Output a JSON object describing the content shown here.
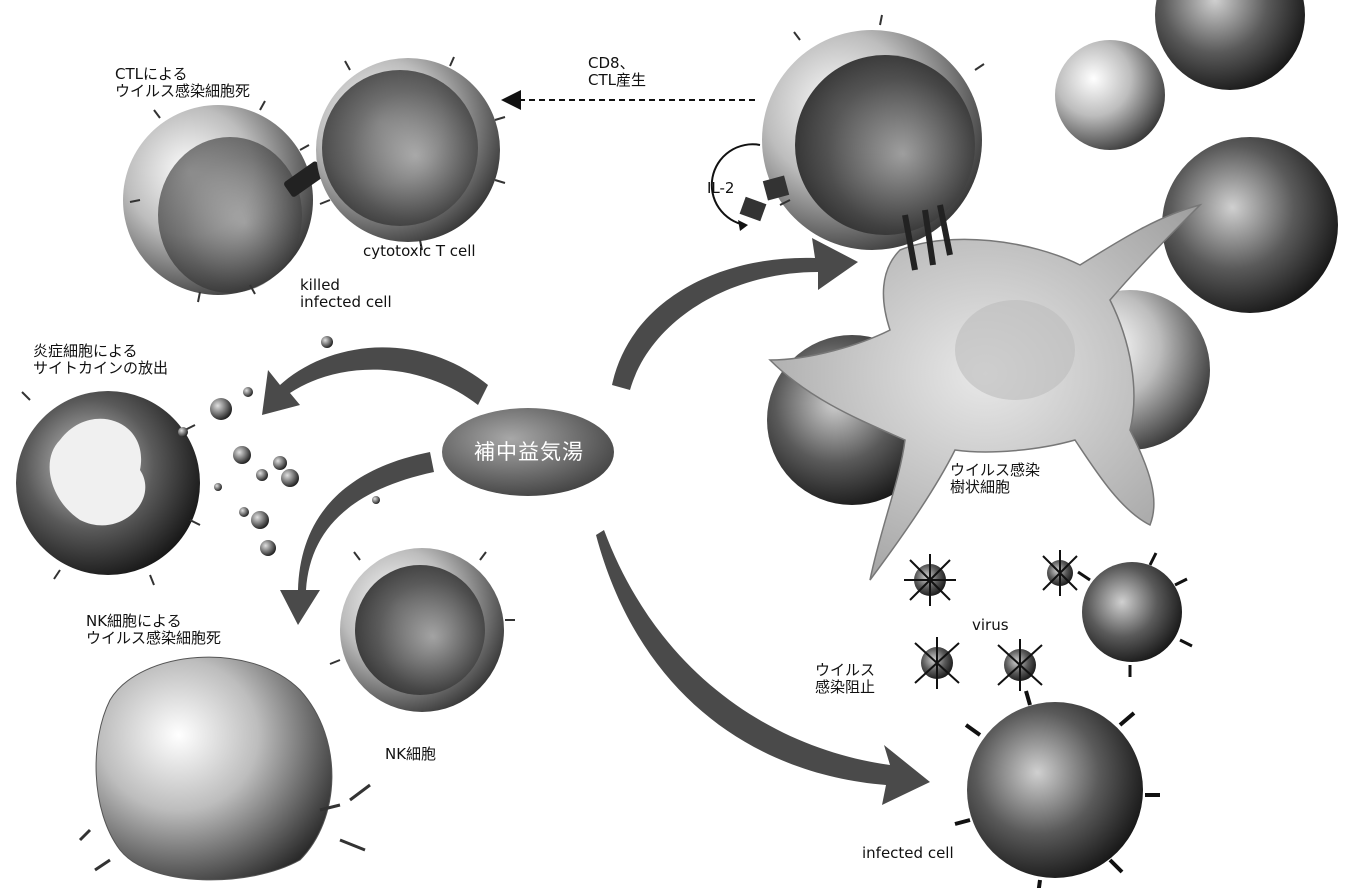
{
  "center": {
    "label": "補中益気湯"
  },
  "labels": {
    "ctl_death": [
      "CTLによる",
      "ウイルス感染細胞死"
    ],
    "cd8": [
      "CD8、",
      "CTL産生"
    ],
    "il2": "IL-2",
    "cytotoxic_t_cell": "cytotoxic T cell",
    "killed_infected_cell": [
      "killed",
      "infected cell"
    ],
    "cytokine_release": [
      "炎症細胞による",
      "サイトカインの放出"
    ],
    "nk_death": [
      "NK細胞による",
      "ウイルス感染細胞死"
    ],
    "nk_cell": "NK細胞",
    "dendritic_cell": [
      "ウイルス感染",
      "樹状細胞"
    ],
    "virus": "virus",
    "infection_block": [
      "ウイルス",
      "感染阻止"
    ],
    "infected_cell": "infected cell"
  },
  "colors": {
    "arrow": "#4a4a4a",
    "cell_light": "#f2f2f2",
    "cell_dark": "#1f1f1f",
    "center_fill": "#6b6b6b"
  }
}
